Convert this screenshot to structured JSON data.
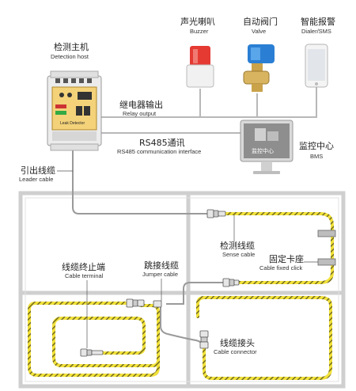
{
  "host": {
    "zh": "检测主机",
    "en": "Detection host"
  },
  "buzzer": {
    "zh": "声光喇叭",
    "en": "Buzzer"
  },
  "valve": {
    "zh": "自动阀门",
    "en": "Valve"
  },
  "dialer": {
    "zh": "智能报警",
    "en": "Dialer/SMS"
  },
  "relay": {
    "zh": "继电器输出",
    "en": "Relay output"
  },
  "rs485": {
    "zh": "RS485通讯",
    "en": "RS485 communication interface"
  },
  "bms": {
    "zh": "监控中心",
    "en": "BMS",
    "screen_text": "监控中心"
  },
  "leader": {
    "zh": "引出线缆",
    "en": "Leader cable"
  },
  "sense": {
    "zh": "检测线缆",
    "en": "Sense cable"
  },
  "fixed_clip": {
    "zh": "固定卡座",
    "en": "Cable fixed click"
  },
  "terminal": {
    "zh": "线缆终止端",
    "en": "Cable terminal"
  },
  "jumper": {
    "zh": "跳接线缆",
    "en": "Jumper cable"
  },
  "connector": {
    "zh": "线缆接头",
    "en": "Cable connector"
  },
  "colors": {
    "cable_yellow": "#f2e23a",
    "cable_dark": "#6b6420",
    "wall": "#cfcfcf",
    "wire": "#8a8a8a",
    "host_panel": "#f4d27a"
  }
}
